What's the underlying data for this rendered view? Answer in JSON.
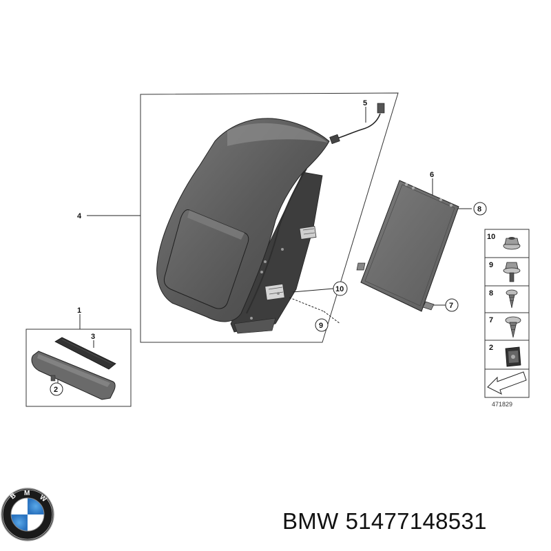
{
  "diagram": {
    "callouts": {
      "c1": "1",
      "c2": "2",
      "c3": "3",
      "c4": "4",
      "c5": "5",
      "c6": "6",
      "c7": "7",
      "c8": "8",
      "c9": "9",
      "c10": "10"
    },
    "legend": {
      "items": [
        {
          "label": "10",
          "icon": "flange-nut-icon"
        },
        {
          "label": "9",
          "icon": "washer-screw-icon"
        },
        {
          "label": "8",
          "icon": "self-tapping-screw-icon"
        },
        {
          "label": "7",
          "icon": "collar-screw-icon"
        },
        {
          "label": "2",
          "icon": "clip-nut-icon"
        }
      ],
      "drawing_number": "471829"
    }
  },
  "footer": {
    "brand": "BMW",
    "part_number": "51477148531"
  },
  "colors": {
    "part_fill": "#5e5e5e",
    "part_dark": "#404040",
    "part_light": "#8a8a8a",
    "line": "#222222"
  }
}
